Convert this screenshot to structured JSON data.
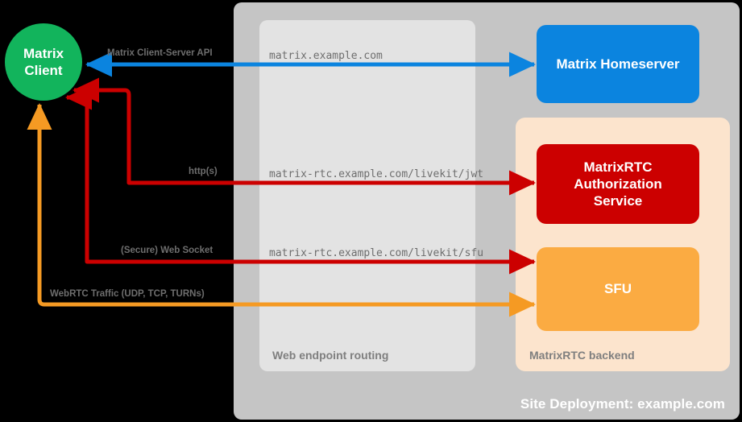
{
  "diagram": {
    "title": "Site Deployment: example.com",
    "containers": {
      "site_deployment": {
        "label": "Site Deployment: example.com"
      },
      "web_routing": {
        "label": "Web endpoint routing"
      },
      "rtc_backend": {
        "label": "MatrixRTC backend"
      }
    },
    "nodes": {
      "client": {
        "line1": "Matrix",
        "line2": "Client",
        "color": "#12b45c"
      },
      "homeserver": {
        "label": "Matrix Homeserver",
        "color": "#0b84df"
      },
      "auth_service": {
        "label": "MatrixRTC\nAuthorization\nService",
        "line1": "MatrixRTC",
        "line2": "Authorization",
        "line3": "Service",
        "color": "#cc0000"
      },
      "sfu": {
        "label": "SFU",
        "color": "#fbab42"
      }
    },
    "edges": [
      {
        "id": "cs-api",
        "protocol_label": "Matrix Client-Server API",
        "endpoint": "matrix.example.com",
        "color": "#0b84df",
        "direction": "bidirectional"
      },
      {
        "id": "jwt",
        "protocol_label": "http(s)",
        "endpoint": "matrix-rtc.example.com/livekit/jwt",
        "color": "#cc0000",
        "direction": "bidirectional"
      },
      {
        "id": "sfu-ws",
        "protocol_label": "(Secure) Web Socket",
        "endpoint": "matrix-rtc.example.com/livekit/sfu",
        "color": "#cc0000",
        "direction": "bidirectional"
      },
      {
        "id": "webrtc",
        "protocol_label": "WebRTC Traffic (UDP, TCP, TURNs)",
        "endpoint": "",
        "color": "#f59a23",
        "direction": "bidirectional"
      }
    ],
    "colors": {
      "background": "#000000",
      "site_panel": "#c5c5c5",
      "routing_panel": "#e3e3e3",
      "backend_panel": "#fce4cd",
      "label_text": "#6e6e6e",
      "white_text": "#ffffff"
    }
  }
}
